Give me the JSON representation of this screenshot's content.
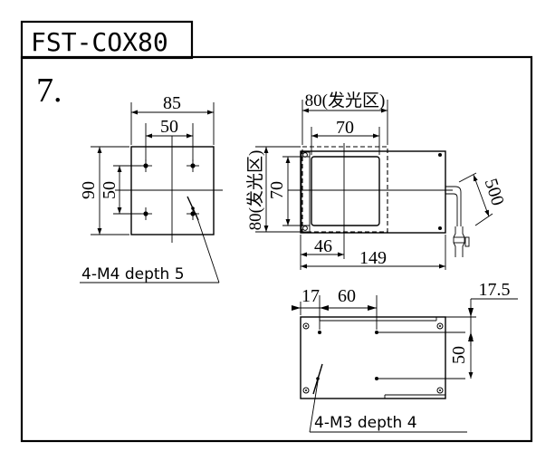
{
  "header": {
    "model": "FST-COX80"
  },
  "figure": {
    "number": "7."
  },
  "front_view": {
    "dim_width_outer": "85",
    "dim_width_inner": "50",
    "dim_height_outer": "90",
    "dim_height_inner": "50",
    "callout": "4-M4 depth 5"
  },
  "top_view": {
    "dim_emit_width": "80(发光区)",
    "dim_inner_width": "70",
    "dim_emit_height": "80(发光区)",
    "dim_inner_height": "70",
    "dim_cable": "500",
    "dim_offset": "46",
    "dim_length": "149"
  },
  "bottom_view": {
    "dim_edge": "17",
    "dim_pitch": "60",
    "dim_right": "17.5",
    "dim_height": "50",
    "callout": "4-M3 depth 4"
  },
  "colors": {
    "line": "#000000",
    "background": "#ffffff"
  }
}
